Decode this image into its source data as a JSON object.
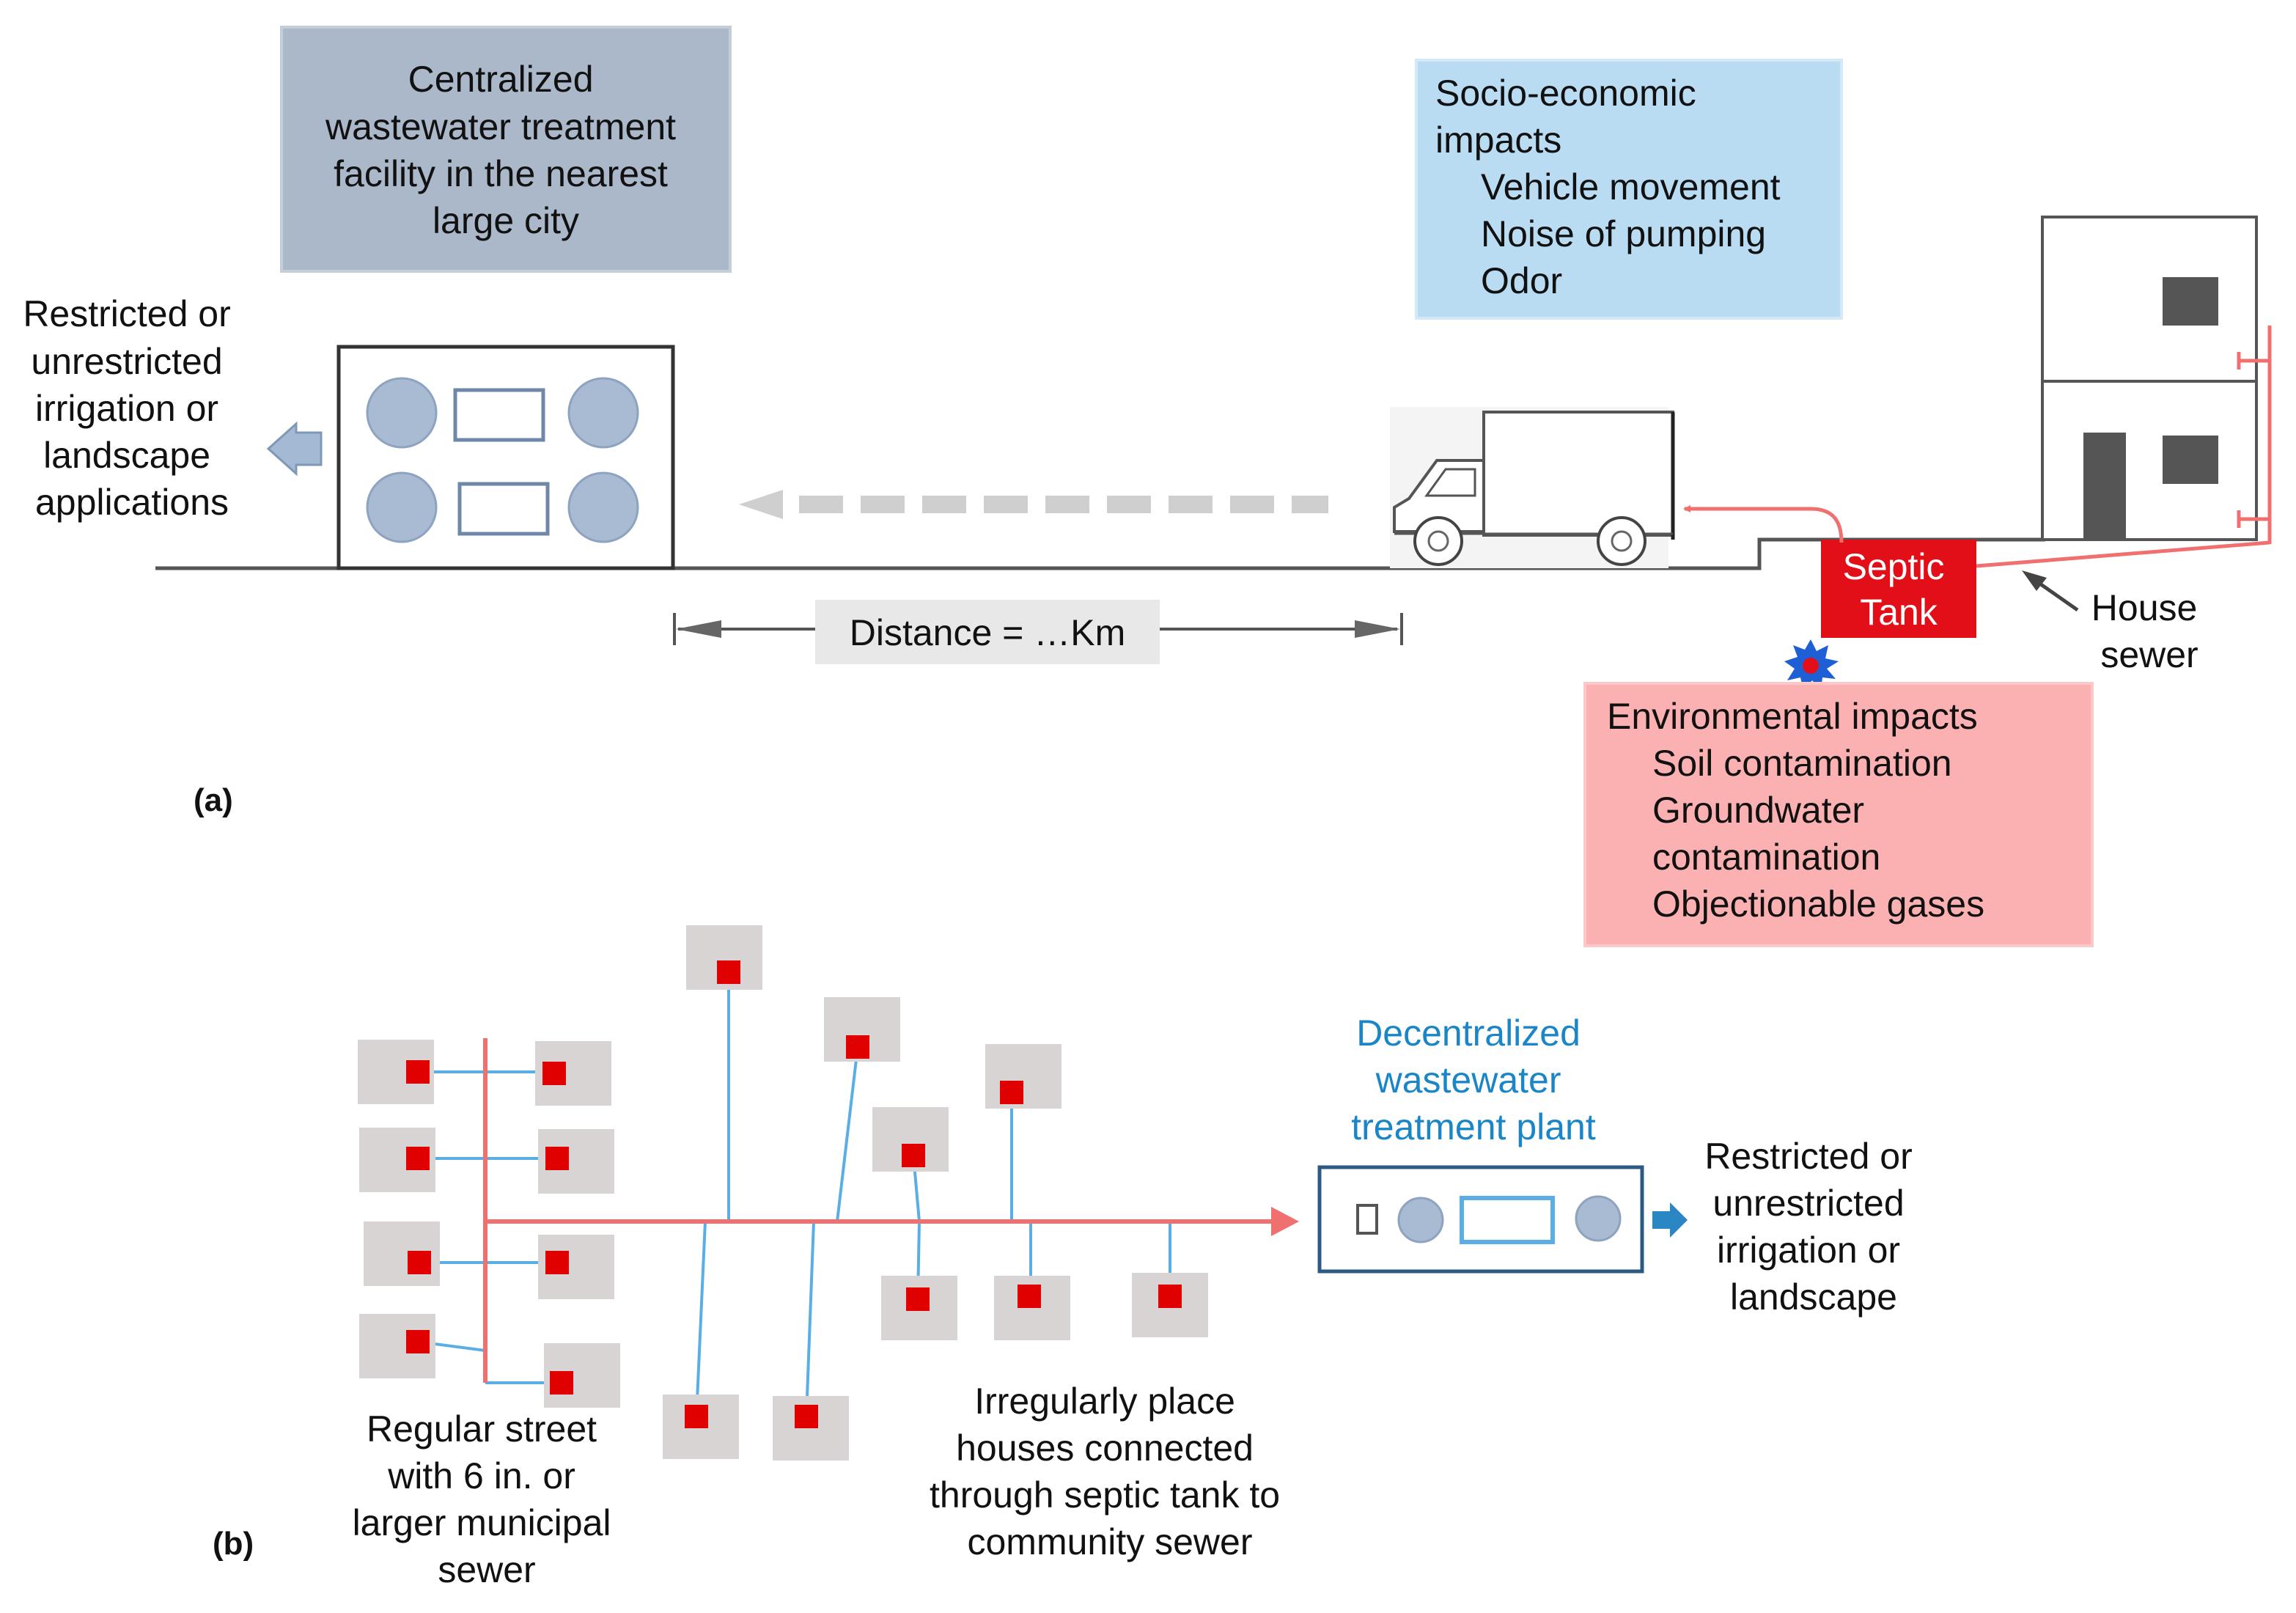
{
  "panel_a": {
    "label": "(a)",
    "central_facility": [
      "Centralized",
      "wastewater treatment",
      "facility in the nearest",
      "large city"
    ],
    "socio_economic": {
      "title": [
        "Socio-economic",
        "impacts"
      ],
      "items": [
        "Vehicle movement",
        "Noise of pumping",
        "Odor"
      ]
    },
    "reuse": [
      "Restricted or",
      "unrestricted",
      "irrigation or",
      "landscape",
      "applications"
    ],
    "distance": "Distance = …Km",
    "septic_tank": [
      "Septic",
      "Tank"
    ],
    "house_sewer": [
      "House",
      "sewer"
    ],
    "environmental": {
      "title": "Environmental impacts",
      "items": [
        "Soil contamination",
        "Groundwater",
        "contamination",
        "Objectionable gases"
      ]
    }
  },
  "panel_b": {
    "label": "(b)",
    "plant_title": [
      "Decentralized",
      "wastewater",
      "treatment plant"
    ],
    "reuse": [
      "Restricted or",
      "unrestricted",
      "irrigation or",
      "landscape"
    ],
    "street_caption": [
      "Regular street",
      "with 6 in. or",
      "larger municipal",
      "sewer"
    ],
    "irregular_caption": [
      "Irregularly place",
      "houses connected",
      "through septic tank to",
      "community sewer"
    ]
  },
  "colors": {
    "sewer_red": "#f07070",
    "connector_blue": "#5aaee6",
    "central_box": "#aab8c9",
    "socio_box": "#b9dcf3",
    "env_box": "#fbb1b1",
    "septic_red": "#e30f18",
    "house_square": "#d9d4d4",
    "house_marker": "#e00000"
  }
}
